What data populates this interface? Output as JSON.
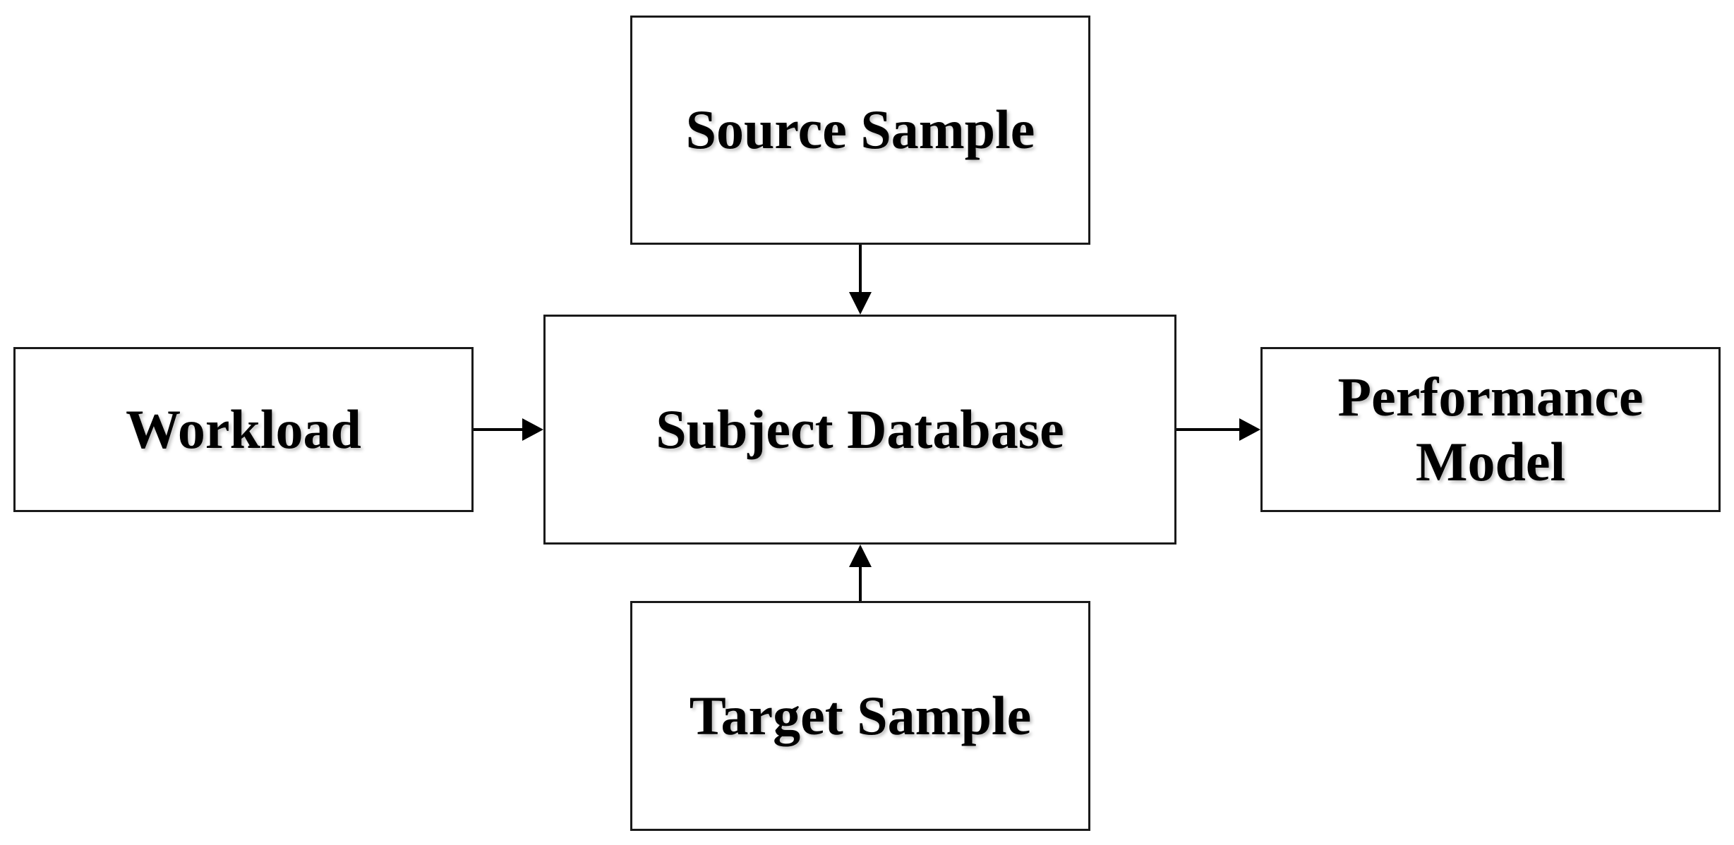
{
  "diagram": {
    "nodes": {
      "source": {
        "label": "Source Sample"
      },
      "subject": {
        "label": "Subject Database"
      },
      "workload": {
        "label": "Workload"
      },
      "performance": {
        "label": "Performance\nModel"
      },
      "target": {
        "label": "Target Sample"
      }
    },
    "edges": [
      {
        "from": "source",
        "to": "subject"
      },
      {
        "from": "workload",
        "to": "subject"
      },
      {
        "from": "target",
        "to": "subject"
      },
      {
        "from": "subject",
        "to": "performance"
      }
    ],
    "colors": {
      "border": "#1a1a1a",
      "arrow": "#000000",
      "text": "#000000",
      "background": "#ffffff"
    }
  }
}
